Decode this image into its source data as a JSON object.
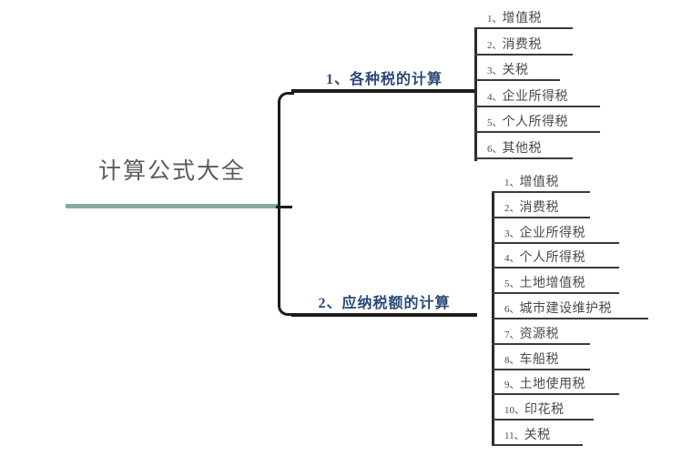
{
  "diagram": {
    "type": "mind-map",
    "title": "计算公式大全",
    "accent_color": "#83aaa3",
    "branch_color": "#2a4a78",
    "leaf_color": "#4a4a4a",
    "line_color": "#1c1c1c",
    "background": "#ffffff"
  },
  "root": {
    "label": "计算公式大全"
  },
  "branches": [
    {
      "id": "branch-1",
      "label": "1、各种税的计算",
      "items": [
        {
          "num": "1、",
          "text": "增值税",
          "width": 108
        },
        {
          "num": "2、",
          "text": "消费税",
          "width": 108
        },
        {
          "num": "3、",
          "text": "关税",
          "width": 94
        },
        {
          "num": "4、",
          "text": "企业所得税",
          "width": 138
        },
        {
          "num": "5、",
          "text": "个人所得税",
          "width": 138
        },
        {
          "num": "6、",
          "text": "其他税",
          "width": 108
        }
      ]
    },
    {
      "id": "branch-2",
      "label": "2、应纳税额的计算",
      "items": [
        {
          "num": "1、",
          "text": "增值税",
          "width": 108
        },
        {
          "num": "2、",
          "text": "消费税",
          "width": 108
        },
        {
          "num": "3、",
          "text": "企业所得税",
          "width": 140
        },
        {
          "num": "4、",
          "text": "个人所得税",
          "width": 140
        },
        {
          "num": "5、",
          "text": "土地增值税",
          "width": 140
        },
        {
          "num": "6、",
          "text": "城市建设维护税",
          "width": 172
        },
        {
          "num": "7、",
          "text": "资源税",
          "width": 108
        },
        {
          "num": "8、",
          "text": "车船税",
          "width": 108
        },
        {
          "num": "9、",
          "text": "土地使用税",
          "width": 140
        },
        {
          "num": "10、",
          "text": "印花税",
          "width": 112
        },
        {
          "num": "11、",
          "text": "关税",
          "width": 100
        }
      ]
    }
  ]
}
